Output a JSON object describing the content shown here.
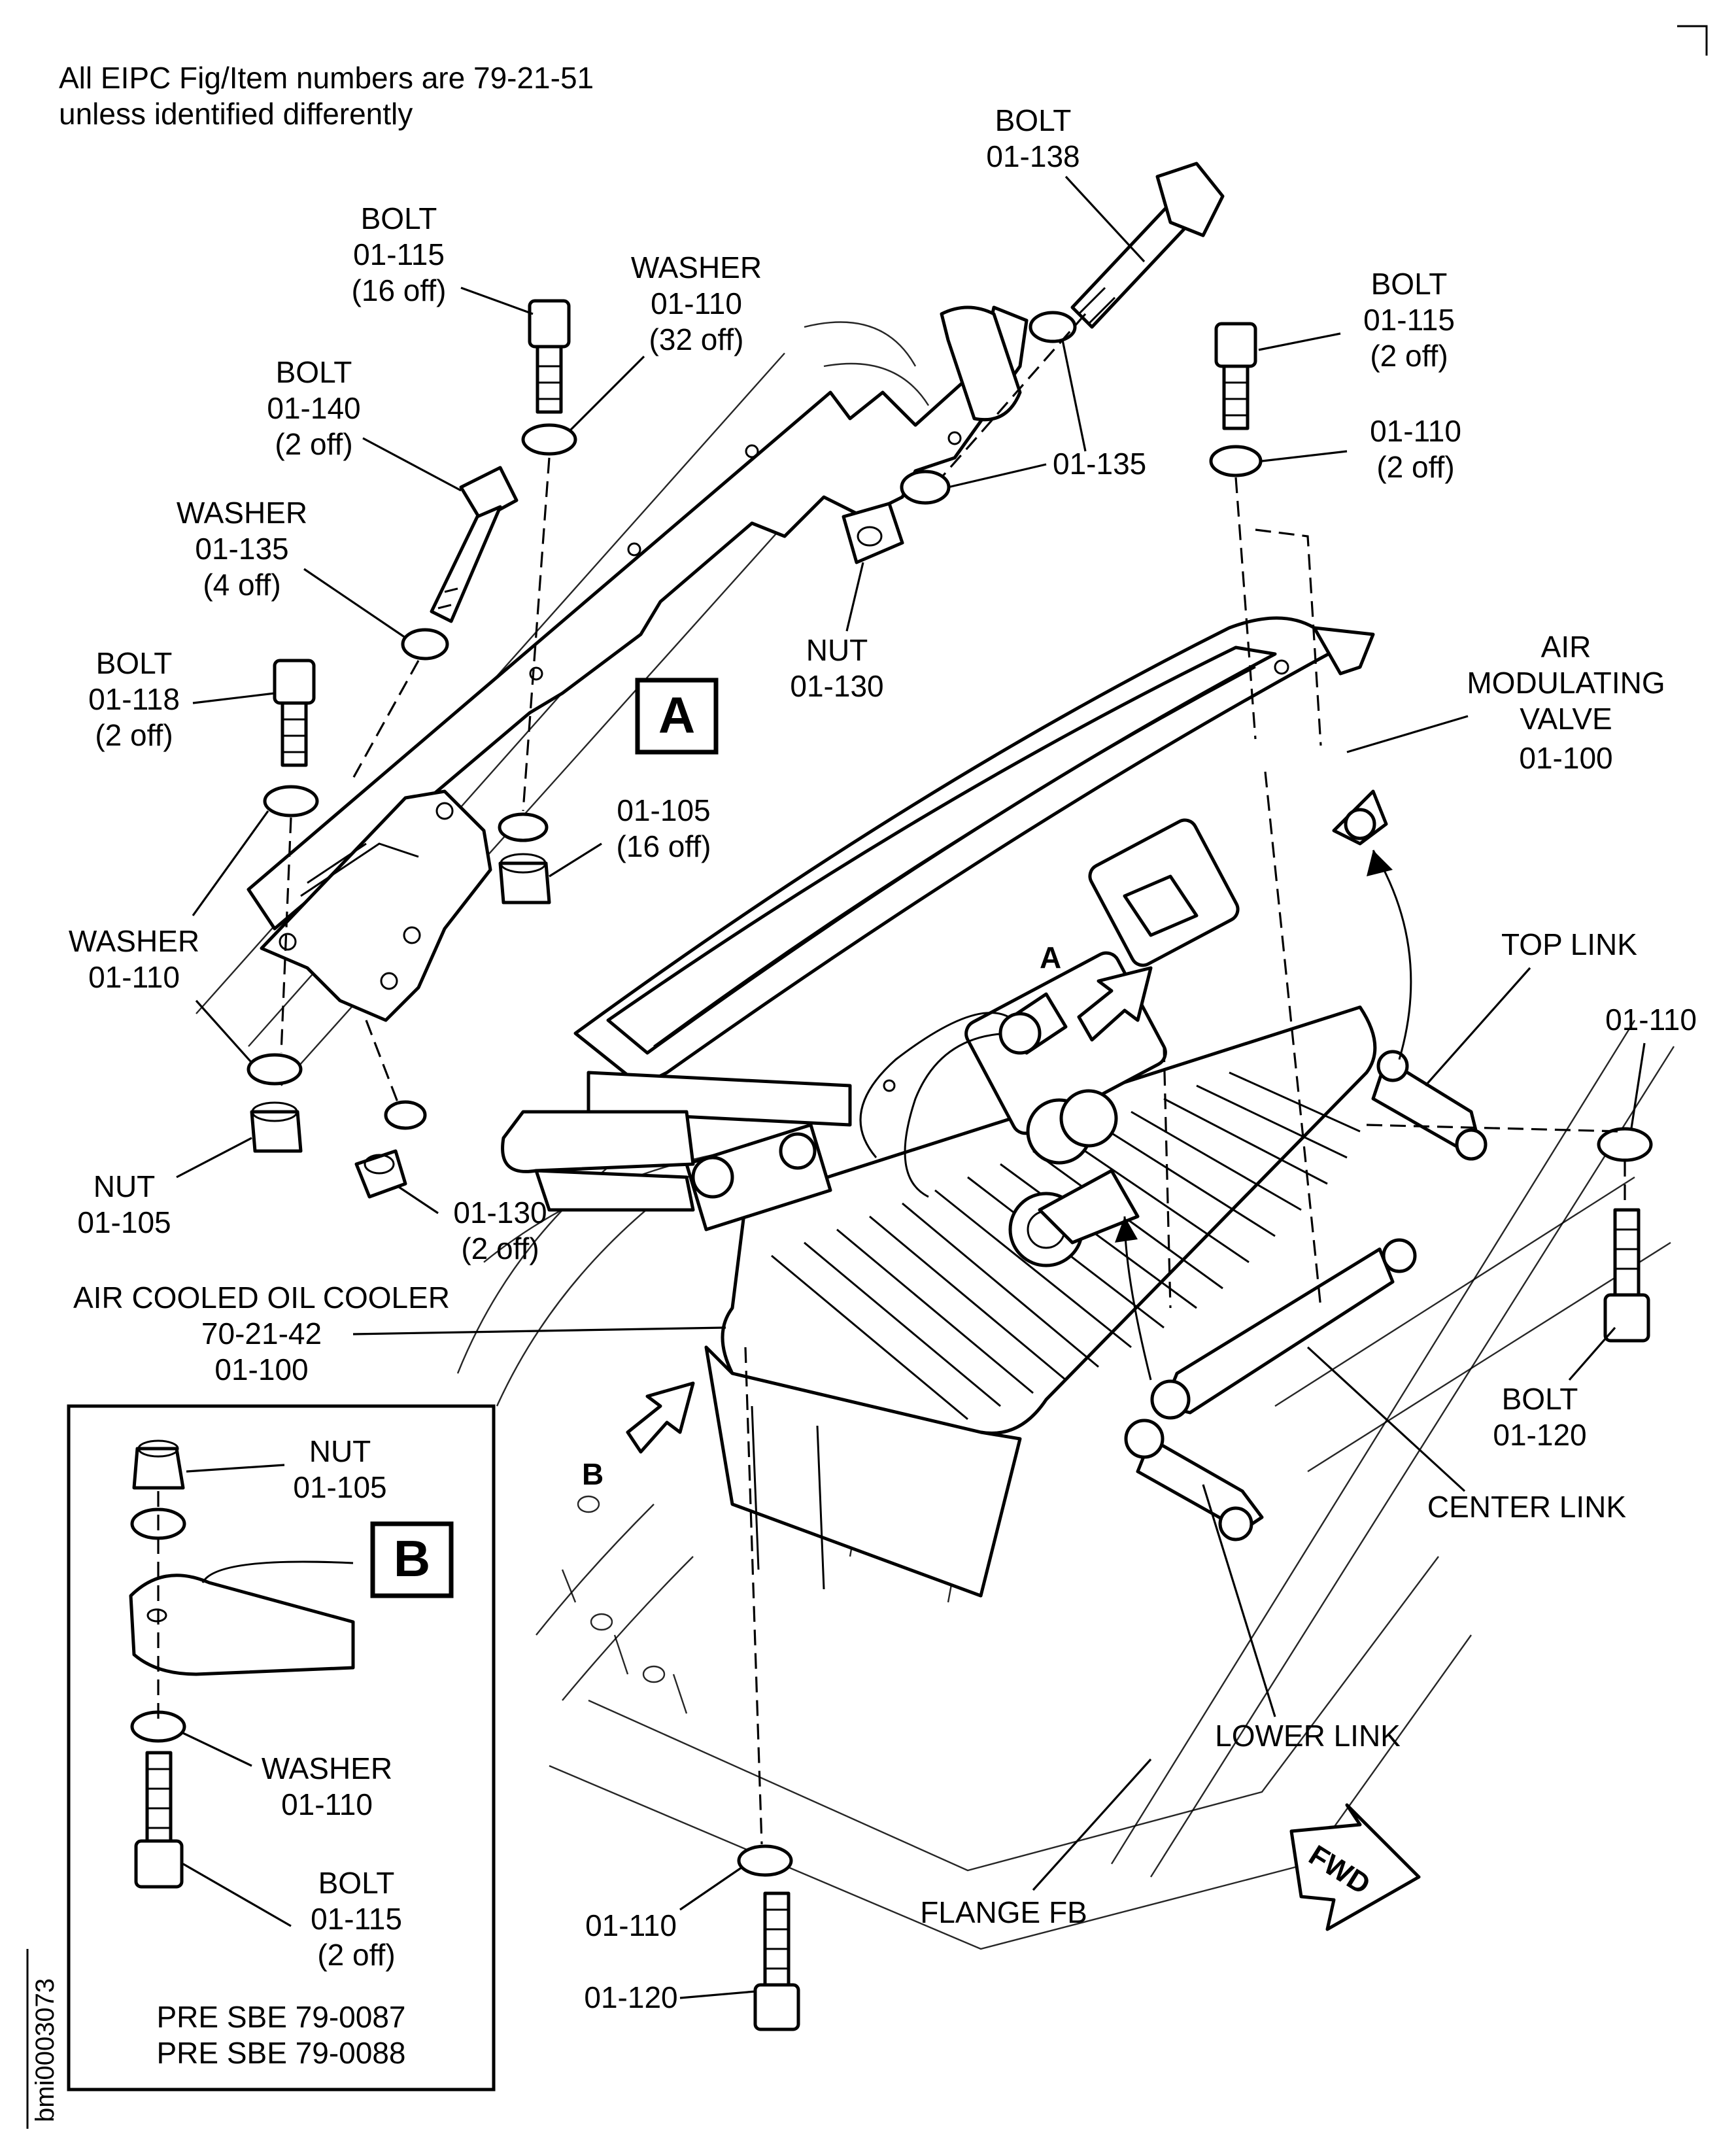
{
  "header": {
    "line1": "All EIPC Fig/Item numbers are 79-21-51",
    "line2": "unless identified differently"
  },
  "view_markers": {
    "a_box": "A",
    "b_box": "B",
    "a_arrow": "A",
    "b_arrow": "B",
    "fwd": "FWD"
  },
  "labels": {
    "bolt_138": [
      "BOLT",
      "01-138"
    ],
    "bolt_115_16": [
      "BOLT",
      "01-115",
      "(16 off)"
    ],
    "washer_110_32": [
      "WASHER",
      "01-110",
      "(32 off)"
    ],
    "bolt_115_2_top": [
      "BOLT",
      "01-115",
      "(2 off)"
    ],
    "bolt_140": [
      "BOLT",
      "01-140",
      "(2 off)"
    ],
    "washer_135_4": [
      "WASHER",
      "01-135",
      "(4 off)"
    ],
    "ref_135": [
      "01-135"
    ],
    "washer_110_2_top": [
      "01-110",
      "(2 off)"
    ],
    "nut_130_top": [
      "NUT",
      "01-130"
    ],
    "air_mod_valve": [
      "AIR",
      "MODULATING",
      "VALVE",
      "01-100"
    ],
    "bolt_118": [
      "BOLT",
      "01-118",
      "(2 off)"
    ],
    "nut_105_16": [
      "01-105",
      "(16 off)"
    ],
    "washer_110_left": [
      "WASHER",
      "01-110"
    ],
    "top_link": [
      "TOP LINK"
    ],
    "washer_110_right": [
      "01-110"
    ],
    "nut_105_left": [
      "NUT",
      "01-105"
    ],
    "nut_130_2": [
      "01-130",
      "(2 off)"
    ],
    "oil_cooler": [
      "AIR COOLED OIL COOLER",
      "70-21-42",
      "01-100"
    ],
    "bolt_120_right": [
      "BOLT",
      "01-120"
    ],
    "center_link": [
      "CENTER LINK"
    ],
    "lower_link": [
      "LOWER LINK"
    ],
    "flange_fb": [
      "FLANGE FB"
    ],
    "washer_110_bottom": [
      "01-110"
    ],
    "bolt_120_bottom": [
      "01-120"
    ]
  },
  "detail_b": {
    "nut": [
      "NUT",
      "01-105"
    ],
    "washer": [
      "WASHER",
      "01-110"
    ],
    "bolt": [
      "BOLT",
      "01-115",
      "(2 off)"
    ],
    "notes": [
      "PRE SBE 79-0087",
      "PRE SBE 79-0088"
    ]
  },
  "figure_id": "bmi0003073"
}
